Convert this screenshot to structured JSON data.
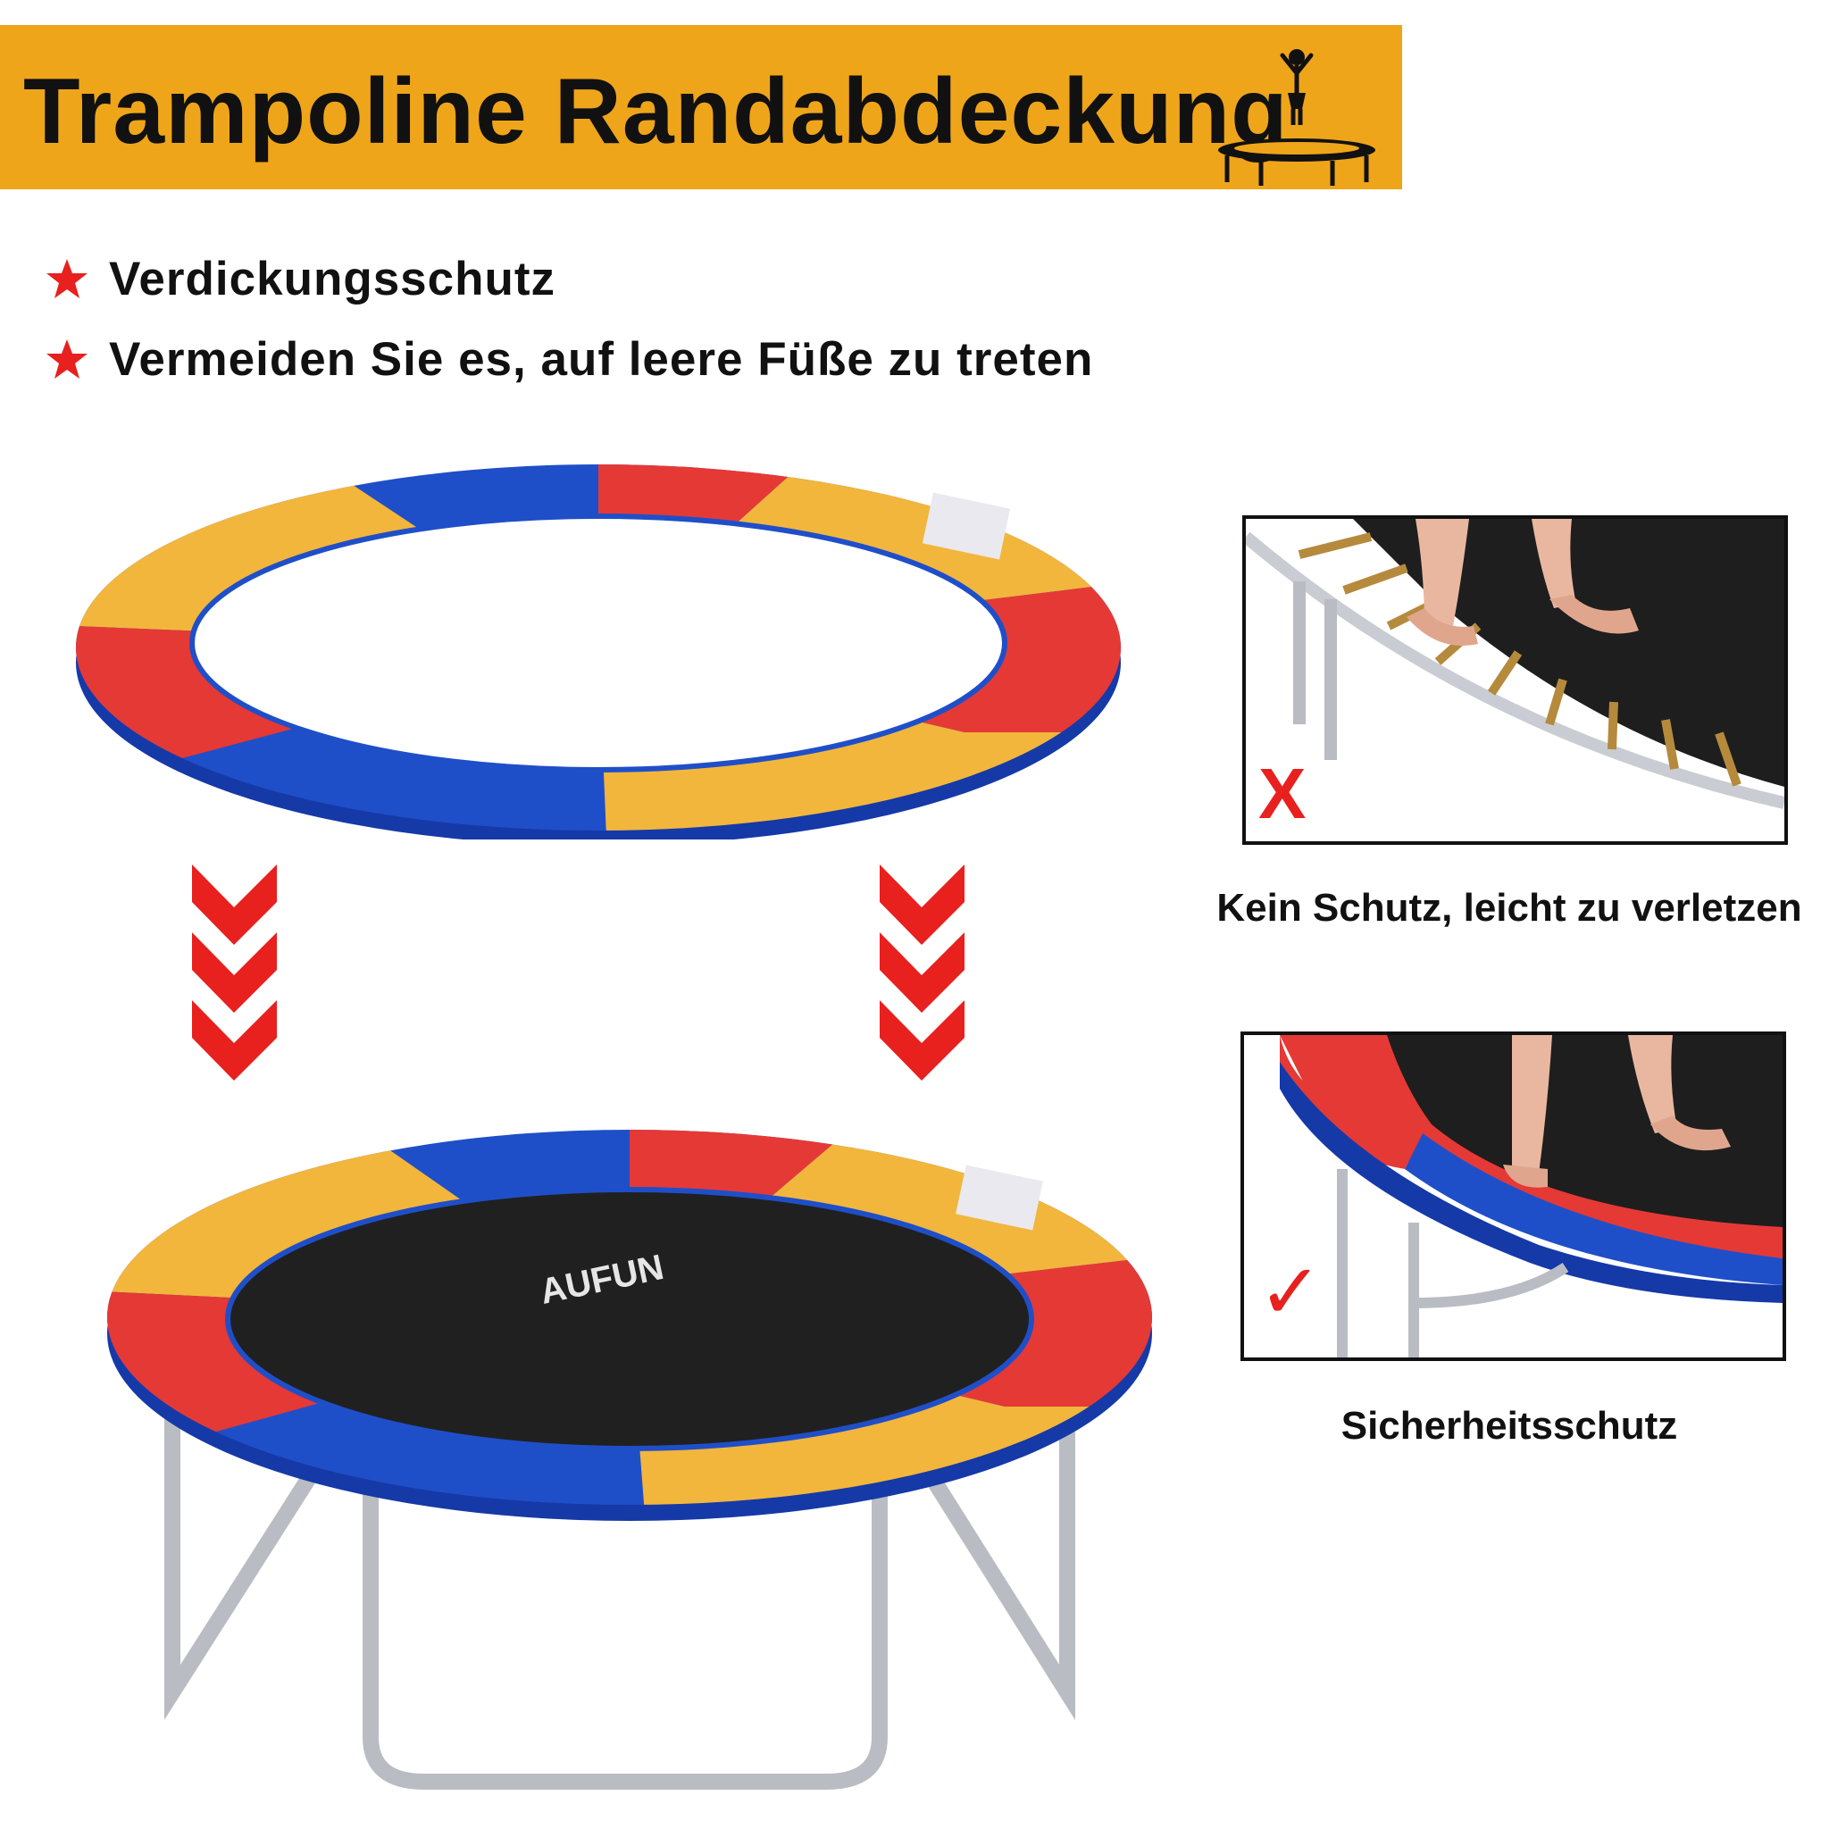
{
  "header": {
    "title": "Trampoline Randabdeckung",
    "icon": "trampoline-jumper-icon"
  },
  "features": [
    {
      "icon": "star-icon",
      "text": "Verdickungsschutz"
    },
    {
      "icon": "star-icon",
      "text": "Vermeiden Sie es, auf leere Füße zu treten"
    }
  ],
  "product": {
    "brand_label": "AUFUN",
    "pad_colors": [
      "#1F4FC8",
      "#E53936",
      "#F2B63C"
    ],
    "arrow_color": "#E8201E"
  },
  "comparison": {
    "bad": {
      "mark": "X",
      "mark_color": "#E8201E",
      "caption": "Kein Schutz, leicht zu verletzen"
    },
    "good": {
      "mark": "✓",
      "mark_color": "#E8201E",
      "caption": "Sicherheitsschutz"
    }
  }
}
